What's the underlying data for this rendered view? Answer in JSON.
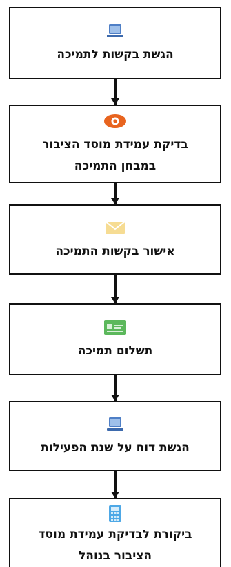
{
  "steps": [
    {
      "label": "הגשת בקשות לתמיכה",
      "icon": "laptop-icon"
    },
    {
      "label": "בדיקת עמידת מוסד הציבור במבחן התמיכה",
      "icon": "eye-icon"
    },
    {
      "label": "אישור בקשות התמיכה",
      "icon": "envelope-icon"
    },
    {
      "label": "תשלום תמיכה",
      "icon": "payment-card-icon"
    },
    {
      "label": "הגשת דוח על שנת הפעילות",
      "icon": "laptop-icon"
    },
    {
      "label": "ביקורת לבדיקת עמידת מוסד הציבור בנוהל",
      "icon": "calculator-icon"
    }
  ],
  "colors": {
    "border": "#111111",
    "laptop": "#4f7fc6",
    "eye": "#e8641f",
    "envelope": "#f6dc93",
    "card": "#5cb85c",
    "calculator": "#4ea8e6"
  }
}
